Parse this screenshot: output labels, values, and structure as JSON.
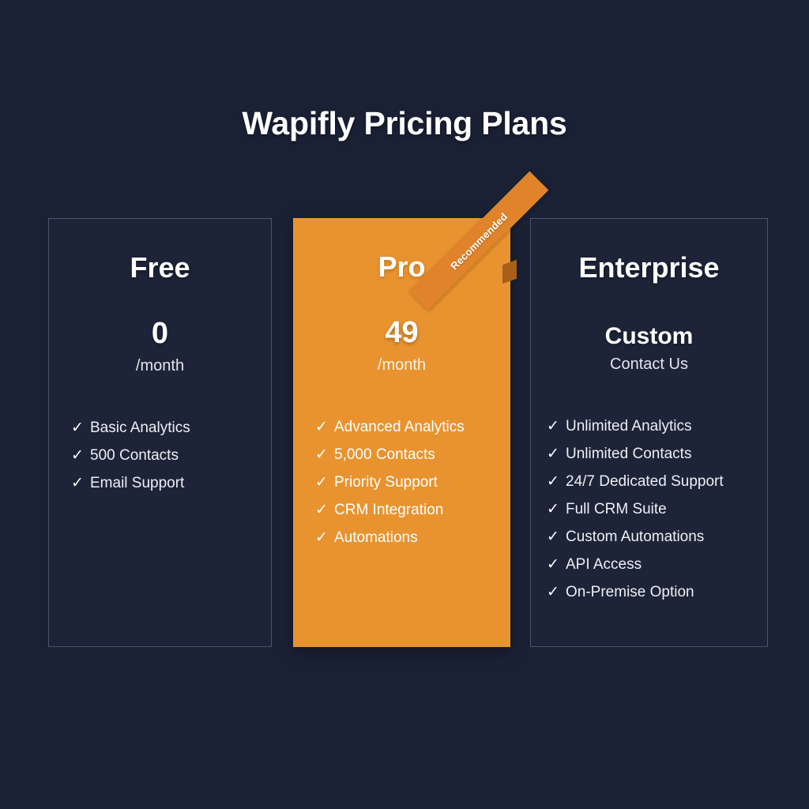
{
  "page": {
    "title": "Wapifly Pricing Plans",
    "background_color": "#1b2135",
    "accent_color": "#e8932f",
    "card_color": "#1e2438",
    "card_border_color": "#4a546b",
    "ribbon_color": "#e0832a",
    "ribbon_fold_color": "#a85f18"
  },
  "check_icon": "✓",
  "plans": [
    {
      "name": "Free",
      "price": "0",
      "period": "/month",
      "featured": false,
      "features": [
        "Basic Analytics",
        "500 Contacts",
        "Email Support"
      ]
    },
    {
      "name": "Pro",
      "price": "49",
      "period": "/month",
      "featured": true,
      "badge": "Recommended",
      "features": [
        "Advanced Analytics",
        "5,000 Contacts",
        "Priority Support",
        "CRM Integration",
        "Automations"
      ]
    },
    {
      "name": "Enterprise",
      "price": "Custom",
      "period": "Contact Us",
      "featured": false,
      "features": [
        "Unlimited Analytics",
        "Unlimited Contacts",
        "24/7 Dedicated Support",
        "Full CRM Suite",
        "Custom Automations",
        "API Access",
        "On-Premise Option"
      ]
    }
  ]
}
